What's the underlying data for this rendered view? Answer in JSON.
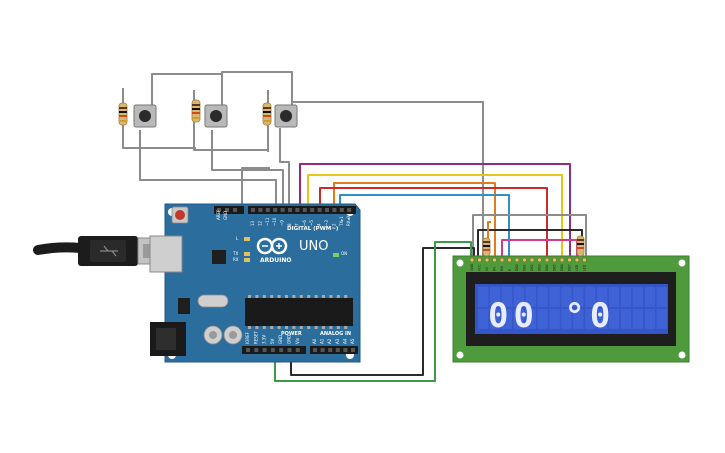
{
  "board": {
    "brand": "ARDUINO",
    "model": "UNO",
    "digital_label": "DIGITAL (PWM~)",
    "power_label": "POWER",
    "analog_label": "ANALOG IN",
    "on_label": "ON",
    "aref_label": "AREF",
    "gnd_label": "GND",
    "l_label": "L",
    "tx_label": "TX",
    "rx_label": "RX",
    "digital_pins": [
      "13",
      "12",
      "~11",
      "~10",
      "~9",
      "8",
      "7",
      "~6",
      "~5",
      "4",
      "~3",
      "2",
      "TX▸1",
      "RX◂0"
    ],
    "power_pins": [
      "IOREF",
      "RESET",
      "3.3V",
      "5V",
      "GND",
      "GND",
      "Vin"
    ],
    "analog_pins": [
      "A0",
      "A1",
      "A2",
      "A3",
      "A4",
      "A5"
    ]
  },
  "lcd": {
    "display_text": "00 °0",
    "pin_labels": [
      "GND",
      "VCC",
      "V0",
      "RS",
      "RW",
      "E",
      "DB0",
      "DB1",
      "DB2",
      "DB3",
      "DB4",
      "DB5",
      "DB6",
      "DB7",
      "LED",
      "LED"
    ],
    "panel_color": "#3556c8",
    "pcb_color": "#4e9a3c"
  },
  "colors": {
    "board": "#2b6e9e",
    "wire_gray": "#8c8c8c",
    "wire_purple": "#8e2a8e",
    "wire_yellow": "#e6c619",
    "wire_orange": "#e07b22",
    "wire_red": "#cc2b2b",
    "wire_blue": "#2f8fc8",
    "wire_black": "#2a2a2a",
    "wire_green": "#3a9a45",
    "wire_pink": "#d23a8a"
  },
  "components": {
    "buttons": [
      "button-1",
      "button-2",
      "button-3"
    ],
    "resistors": [
      "resistor-1",
      "resistor-2",
      "resistor-3",
      "resistor-lcd-1",
      "resistor-lcd-2"
    ]
  }
}
